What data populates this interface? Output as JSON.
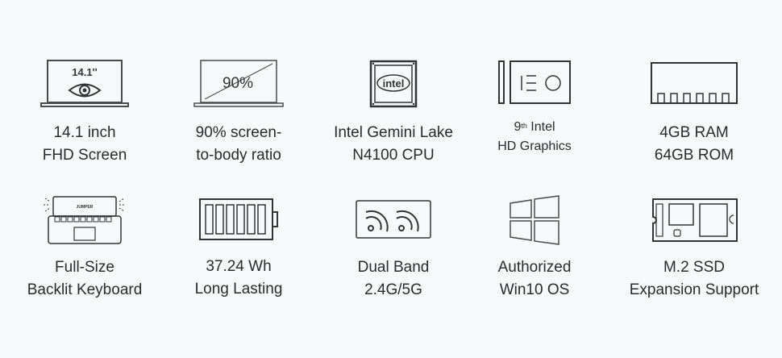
{
  "features": [
    {
      "lines": [
        "14.1 inch",
        "FHD Screen"
      ],
      "icon": "laptop-eye-icon",
      "icon_text": "14.1''"
    },
    {
      "lines": [
        "90% screen-",
        "to-body ratio"
      ],
      "icon": "laptop-screen-ratio-icon",
      "icon_text": "90%"
    },
    {
      "lines": [
        "Intel Gemini Lake",
        "N4100 CPU"
      ],
      "icon": "intel-chip-icon",
      "icon_text": "intel"
    },
    {
      "sup": "th",
      "line1_prefix": "9",
      "line1_suffix": " Intel",
      "lines": [
        "HD Graphics"
      ],
      "icon": "graphics-card-icon"
    },
    {
      "lines": [
        "4GB RAM",
        "64GB ROM"
      ],
      "icon": "memory-module-icon"
    },
    {
      "lines": [
        "Full-Size",
        "Backlit Keyboard"
      ],
      "icon": "backlit-keyboard-icon",
      "icon_text": "JUMPER"
    },
    {
      "lines": [
        "37.24 Wh",
        "Long Lasting"
      ],
      "icon": "battery-icon"
    },
    {
      "lines": [
        "Dual Band",
        "2.4G/5G"
      ],
      "icon": "wifi-dual-band-icon"
    },
    {
      "lines": [
        "Authorized",
        "Win10 OS"
      ],
      "icon": "windows-logo-icon"
    },
    {
      "lines": [
        "M.2 SSD",
        "Expansion Support"
      ],
      "icon": "m2-ssd-icon"
    }
  ],
  "colors": {
    "stroke": "#4a4a4a",
    "background": "#f7f8f9"
  }
}
